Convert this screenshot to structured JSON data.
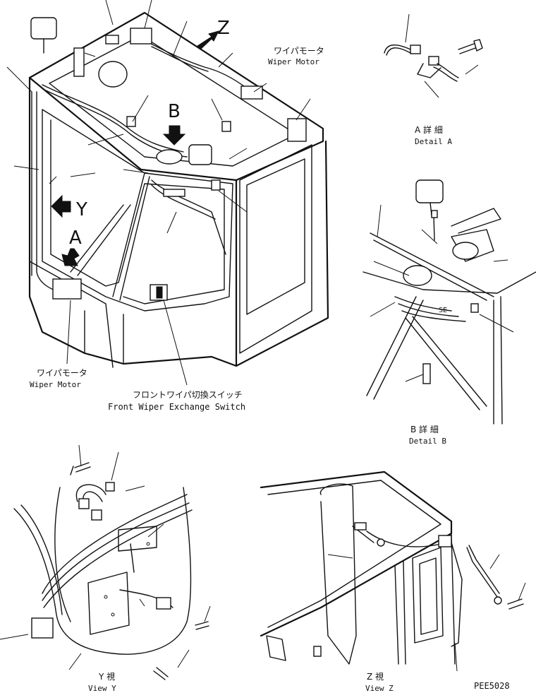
{
  "labels": {
    "wiper_motor_jp_top": "ワイパモータ",
    "wiper_motor_en_top": "Wiper Motor",
    "wiper_motor_jp_bottom": "ワイパモータ",
    "wiper_motor_en_bottom": "Wiper Motor",
    "switch_jp": "フロントワイパ切換スイッチ",
    "switch_en": "Front Wiper Exchange Switch",
    "detail_a_jp": "A 詳 細",
    "detail_a_en": "Detail A",
    "detail_b_jp": "B 詳 細",
    "detail_b_en": "Detail B",
    "view_y_jp": "Y 視",
    "view_y_en": "View Y",
    "view_z_jp": "Z 視",
    "view_z_en": "View Z",
    "drawing_no": "PEE5028",
    "arrow_z": "Z",
    "arrow_b": "B",
    "arrow_y": "Y",
    "arrow_a": "A",
    "wire_se": "SE"
  }
}
